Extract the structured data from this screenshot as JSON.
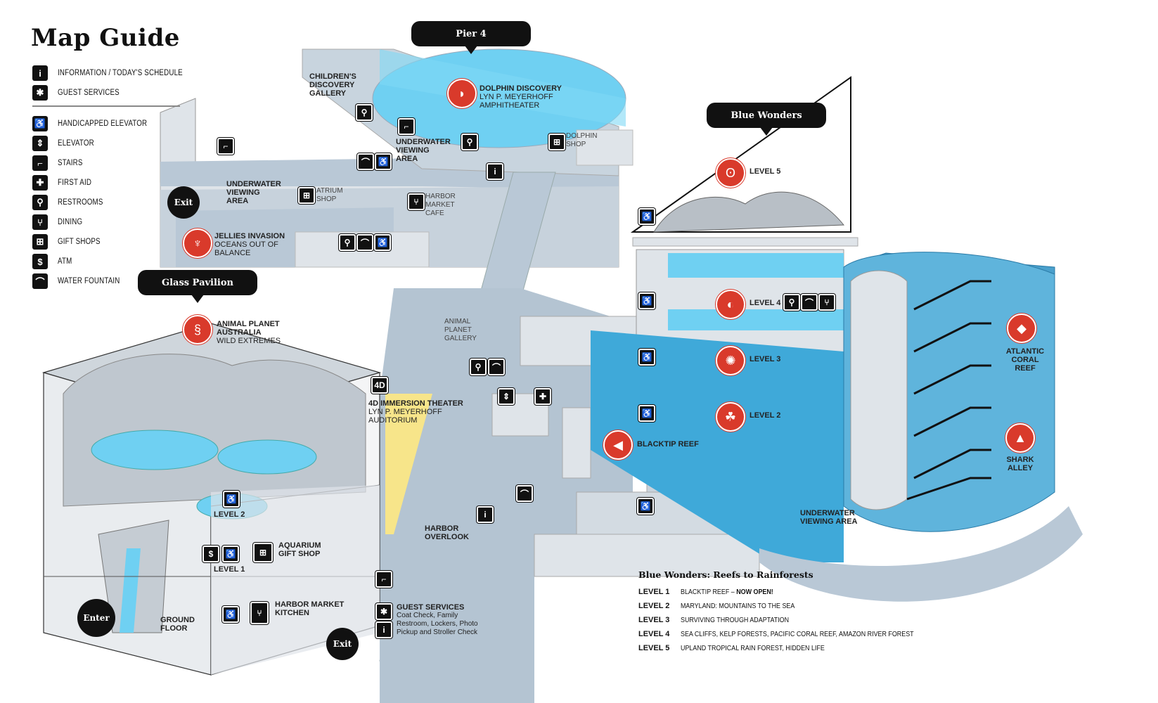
{
  "title": "Map Guide",
  "legend": [
    {
      "icon": "info-icon",
      "glyph": "i",
      "label": "Information / Today's Schedule"
    },
    {
      "icon": "guest-services-icon",
      "glyph": "✱",
      "label": "Guest Services"
    },
    {
      "icon": "handicapped-elevator-icon",
      "glyph": "♿",
      "label": "Handicapped Elevator"
    },
    {
      "icon": "elevator-icon",
      "glyph": "⇕",
      "label": "Elevator"
    },
    {
      "icon": "stairs-icon",
      "glyph": "⌐",
      "label": "Stairs"
    },
    {
      "icon": "first-aid-icon",
      "glyph": "✚",
      "label": "First Aid"
    },
    {
      "icon": "restrooms-icon",
      "glyph": "⚲",
      "label": "Restrooms"
    },
    {
      "icon": "dining-icon",
      "glyph": "⑂",
      "label": "Dining"
    },
    {
      "icon": "gift-shops-icon",
      "glyph": "⊞",
      "label": "Gift Shops"
    },
    {
      "icon": "atm-icon",
      "glyph": "$",
      "label": "ATM"
    },
    {
      "icon": "water-fountain-icon",
      "glyph": "⌒",
      "label": "Water Fountain"
    }
  ],
  "callouts": {
    "pier4": "Pier 4",
    "blue_wonders": "Blue Wonders",
    "glass_pavilion": "Glass Pavilion",
    "exit_top": "Exit",
    "enter": "Enter",
    "exit_bottom": "Exit"
  },
  "labels": {
    "childrens_gallery": "Children's Discovery Gallery",
    "dolphin_discovery": "Dolphin Discovery",
    "dolphin_discovery_sub": "Lyn P. Meyerhoff Amphitheater",
    "dolphin_shop": "Dolphin Shop",
    "underwater_viewing_pier4": "Underwater Viewing Area",
    "underwater_viewing_left": "Underwater Viewing Area",
    "atrium_shop": "Atrium Shop",
    "harbor_market_cafe": "Harbor Market Cafe",
    "jellies_invasion": "Jellies Invasion",
    "jellies_invasion_sub": "Oceans Out of Balance",
    "animal_planet_australia": "Animal Planet Australia",
    "animal_planet_australia_sub": "Wild Extremes",
    "animal_planet_gallery": "Animal Planet Gallery",
    "immersion_theater": "4D Immersion Theater",
    "immersion_theater_sub": "Lyn P. Meyerhoff Auditorium",
    "level2_pav": "Level 2",
    "aquarium_gift_shop": "Aquarium Gift Shop",
    "level1_pav": "Level 1",
    "harbor_overlook": "Harbor Overlook",
    "harbor_market_kitchen": "Harbor Market Kitchen",
    "ground_floor": "Ground Floor",
    "guest_services": "Guest Services",
    "guest_services_sub": "Coat Check, Family Restroom, Lockers, Photo Pickup and Stroller Check",
    "level5": "Level 5",
    "level4": "Level 4",
    "level3": "Level 3",
    "level2_bw": "Level 2",
    "blacktip_reef": "Blacktip Reef",
    "atlantic_coral_reef": "Atlantic Coral Reef",
    "shark_alley": "Shark Alley",
    "underwater_viewing_bw": "Underwater Viewing Area"
  },
  "blue_wonders_legend": {
    "title": "Blue Wonders: Reefs to Rainforests",
    "rows": [
      {
        "level": "LEVEL 1",
        "desc": "Blacktip Reef –",
        "highlight": "Now Open!"
      },
      {
        "level": "LEVEL 2",
        "desc": "Maryland: Mountains to the Sea",
        "highlight": ""
      },
      {
        "level": "LEVEL 3",
        "desc": "Surviving Through Adaptation",
        "highlight": ""
      },
      {
        "level": "LEVEL 4",
        "desc": "Sea Cliffs, Kelp Forests, Pacific Coral Reef, Amazon River Forest",
        "highlight": ""
      },
      {
        "level": "LEVEL 5",
        "desc": "Upland Tropical Rain Forest, Hidden Life",
        "highlight": ""
      }
    ]
  },
  "colors": {
    "water": "#6fd0f2",
    "floor": "#b9c8d6",
    "wall": "#dfe4e9",
    "exhibit": "#d93a2b",
    "theater": "#f7e58a",
    "dark": "#111111"
  }
}
